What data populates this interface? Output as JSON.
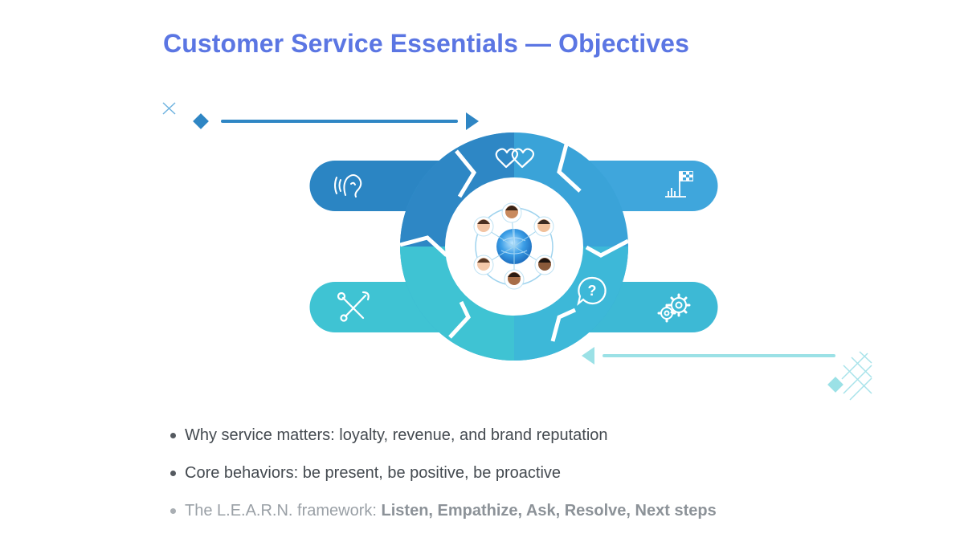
{
  "slide": {
    "title": "Customer Service Essentials — Objectives"
  },
  "illustration": {
    "icons": [
      "ear-icon",
      "hearts-icon",
      "goal-flag-icon",
      "tools-icon",
      "question-bubble-icon",
      "gears-icon",
      "people-globe-icon"
    ],
    "colors": {
      "dark_blue": "#2f86c4",
      "mid_blue": "#3fa3d8",
      "teal": "#3fc3d3",
      "light_teal": "#9be1e6"
    }
  },
  "bullets": [
    {
      "text": "Why service matters: loyalty, revenue, and brand reputation"
    },
    {
      "text": "Core behaviors: be present, be positive, be proactive"
    },
    {
      "prefix": "The L.E.A.R.N. framework: ",
      "bold": "Listen, Empathize, Ask, Resolve, Next steps"
    }
  ]
}
